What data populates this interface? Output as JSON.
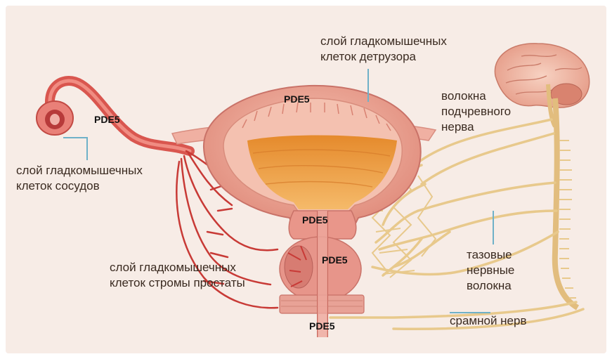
{
  "colors": {
    "background": "#f7ece6",
    "bladder_wall": "#e7968a",
    "bladder_inner": "#f2b8a6",
    "urine": "#f0a040",
    "artery": "#c83a36",
    "nerve": "#e8c98c",
    "leader_line": "#6fb1c8"
  },
  "labels": {
    "vessels": [
      "слой гладкомышечных",
      "клеток сосудов"
    ],
    "detrusor": [
      "слой гладкомышечных",
      "клеток детрузора"
    ],
    "hypogastric": [
      "волокна",
      "подчревного",
      "нерва"
    ],
    "pelvic": [
      "тазовые",
      "нервные",
      "волокна"
    ],
    "pudendal": "срамной нерв",
    "prostate_stroma": [
      "слой гладкомышечных",
      "клеток стромы простаты"
    ]
  },
  "pde5": {
    "vessel": "PDE5",
    "detrusor": "PDE5",
    "bladder_neck": "PDE5",
    "prostate": "PDE5",
    "urethra": "PDE5"
  }
}
